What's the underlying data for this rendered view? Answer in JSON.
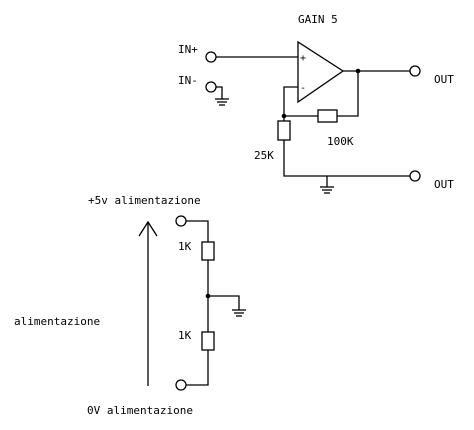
{
  "amplifier": {
    "title": "GAIN 5",
    "input_plus_label": "IN+",
    "input_minus_label": "IN-",
    "noninverting_sign": "+",
    "inverting_sign": "-",
    "output_label": "OUT",
    "ground_output_label": "OUT",
    "feedback_resistor_label": "100K",
    "ground_resistor_label": "25K"
  },
  "supply_divider": {
    "top_label": "+5v alimentazione",
    "side_label": "alimentazione",
    "bottom_label": "0V alimentazione",
    "top_resistor_label": "1K",
    "bottom_resistor_label": "1K"
  }
}
